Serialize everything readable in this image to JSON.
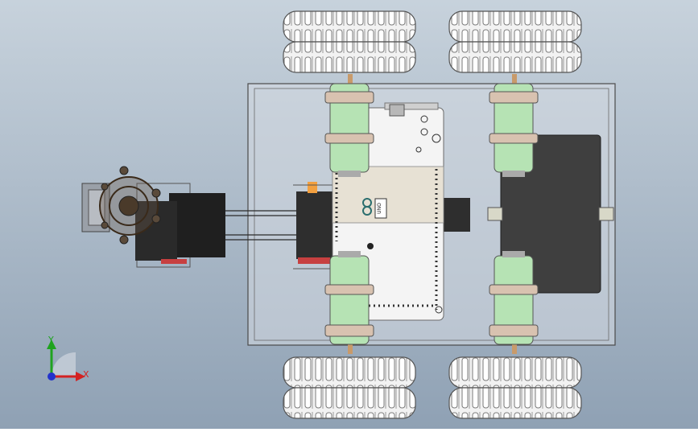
{
  "colors": {
    "background_top": "#c7d2dc",
    "background_bottom": "#8fa1b4",
    "chassis_fill": "#d6dbe2",
    "chassis_stroke": "#4a4a4a",
    "tire": "#f2f2f2",
    "tire_tread": "#bfbfbf",
    "motor_green": "#b6e3b4",
    "motor_ring": "#d8c2b0",
    "board": "#f4f4f4",
    "board_shield": "#e7e1d4",
    "dark_part": "#2e2e2e",
    "battery": "#3f3f3f",
    "axis_x": "#d42222",
    "axis_y": "#1fa31f",
    "axis_z": "#2233cc"
  },
  "triad": {
    "x_label": "X",
    "y_label": "Y"
  },
  "board": {
    "label": "UNO"
  }
}
